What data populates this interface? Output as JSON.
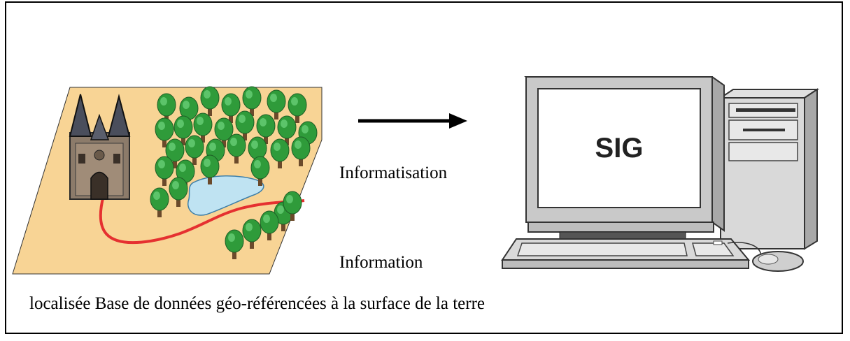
{
  "diagram": {
    "arrow_label_top": "Informatisation",
    "arrow_label_bottom": "Information",
    "caption": "localisée Base de données géo-référencées à la surface de la terre",
    "screen_text": "SIG"
  },
  "colors": {
    "map_ground": "#f8d495",
    "tree_green": "#2f9b3a",
    "tree_trunk": "#6b4a2b",
    "lake_fill": "#bfe3f2",
    "river": "#e53030",
    "computer_body": "#c9c9c9",
    "screen_bg": "#ffffff"
  },
  "icons": [
    "map-illustration",
    "arrow-right-icon",
    "computer-icon",
    "mouse-icon"
  ]
}
